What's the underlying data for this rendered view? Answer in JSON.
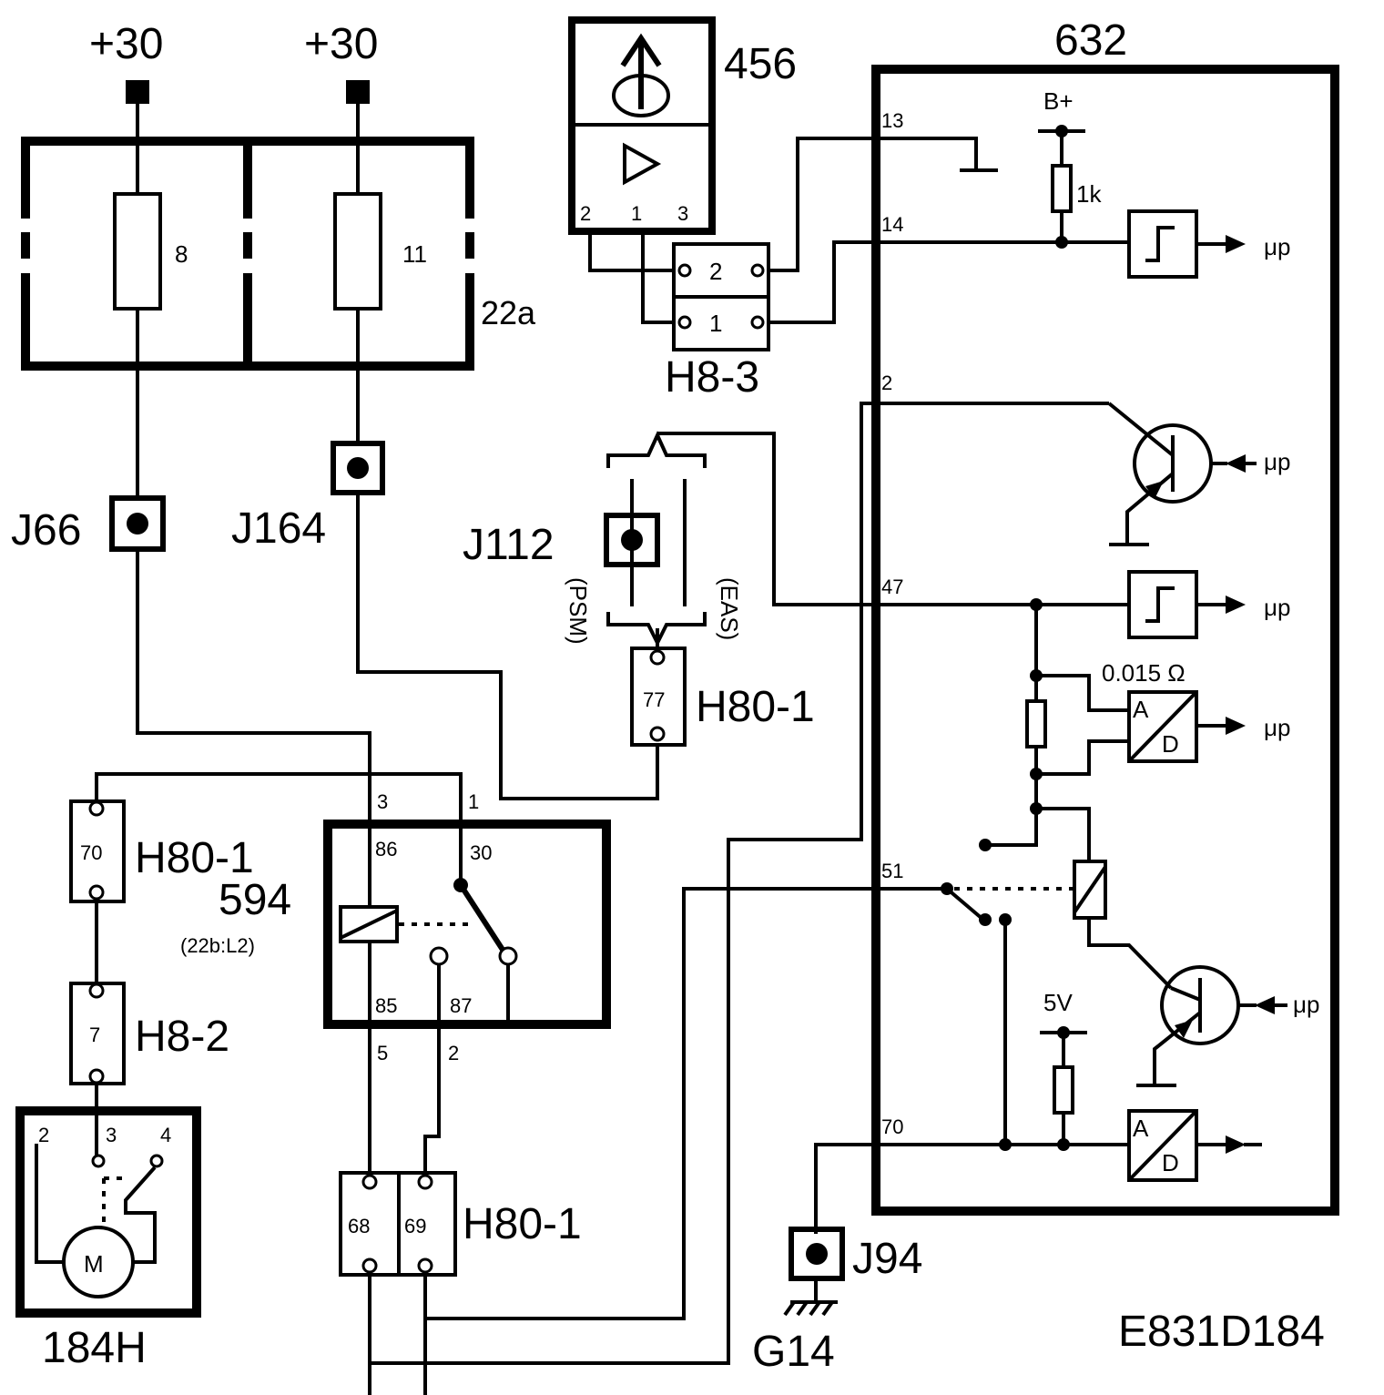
{
  "labels": {
    "plus30_left": "+30",
    "plus30_right": "+30",
    "fuse_8": "8",
    "fuse_11": "11",
    "fusebox": "22a",
    "sensor_456": "456",
    "sensor_pin_2": "2",
    "sensor_pin_1": "1",
    "sensor_pin_3": "3",
    "conn_h83": "H8-3",
    "conn_h83_pin2": "2",
    "conn_h83_pin1": "1",
    "module_632": "632",
    "pin_13": "13",
    "pin_14": "14",
    "pin_2": "2",
    "pin_47": "47",
    "pin_51": "51",
    "pin_70": "70",
    "b_plus": "B+",
    "r_1k": "1k",
    "up_1": "μp",
    "up_2": "μp",
    "up_3": "μp",
    "up_4": "μp",
    "up_5": "μp",
    "shunt": "0.015 Ω",
    "ad_a1": "A",
    "ad_d1": "D",
    "ad_a2": "A",
    "ad_d2": "D",
    "v5": "5V",
    "j66": "J66",
    "j164": "J164",
    "j112": "J112",
    "psm": "(PSM)",
    "eas": "(EAS)",
    "conn_77": "77",
    "h80_77": "H80-1",
    "conn_70": "70",
    "h80_70": "H80-1",
    "relay": "594",
    "relay_ref": "(22b:L2)",
    "r_pin3": "3",
    "r_pin1": "1",
    "r_86": "86",
    "r_30": "30",
    "r_85": "85",
    "r_87": "87",
    "r_pin5": "5",
    "r_pin2": "2",
    "conn_7": "7",
    "h82": "H8-2",
    "motor_pin2": "2",
    "motor_pin3": "3",
    "motor_pin4": "4",
    "motor_m": "M",
    "motor": "184H",
    "conn_68": "68",
    "conn_69": "69",
    "h80_6869": "H80-1",
    "j94": "J94",
    "g14": "G14",
    "code": "E831D184"
  }
}
